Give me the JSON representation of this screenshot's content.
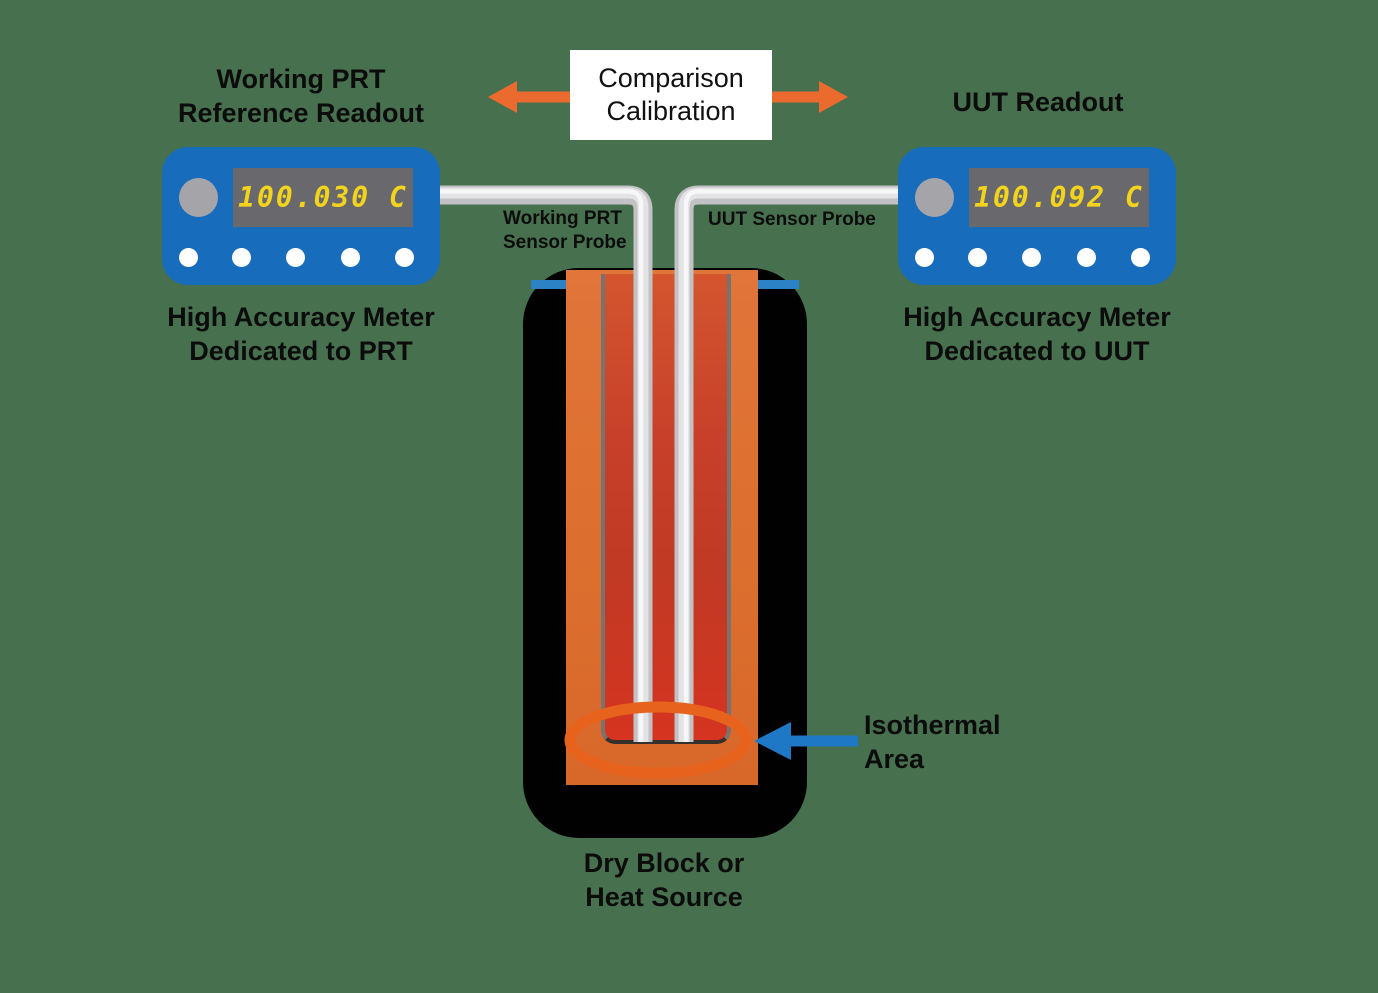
{
  "canvas": {
    "background": "#47714e"
  },
  "header": {
    "title_line1": "Comparison",
    "title_line2": "Calibration",
    "arrow_color": "#eb6a2e"
  },
  "left_unit": {
    "title_line1": "Working PRT",
    "title_line2": "Reference Readout",
    "display_value": "100.030 C",
    "caption_line1": "High Accuracy Meter",
    "caption_line2": "Dedicated to PRT"
  },
  "right_unit": {
    "title": "UUT Readout",
    "display_value": "100.092 C",
    "caption_line1": "High Accuracy Meter",
    "caption_line2": "Dedicated to UUT"
  },
  "probes": {
    "left_label_line1": "Working PRT",
    "left_label_line2": "Sensor Probe",
    "right_label": "UUT Sensor Probe"
  },
  "heat_source": {
    "label_line1": "Dry Block or",
    "label_line2": "Heat Source"
  },
  "isothermal": {
    "label_line1": "Isothermal",
    "label_line2": "Area",
    "arrow_color": "#1e78c5"
  },
  "colors": {
    "meter_body": "#176cbc",
    "meter_display": "#69696d",
    "display_digits": "#f2d41d",
    "probe_cable": "#d9d9db",
    "block_body": "#010101",
    "block_insert": "#dd7030",
    "well_red": "#d23a20",
    "block_top_strip": "#2b83c5",
    "isothermal_ring": "#e7631d"
  }
}
